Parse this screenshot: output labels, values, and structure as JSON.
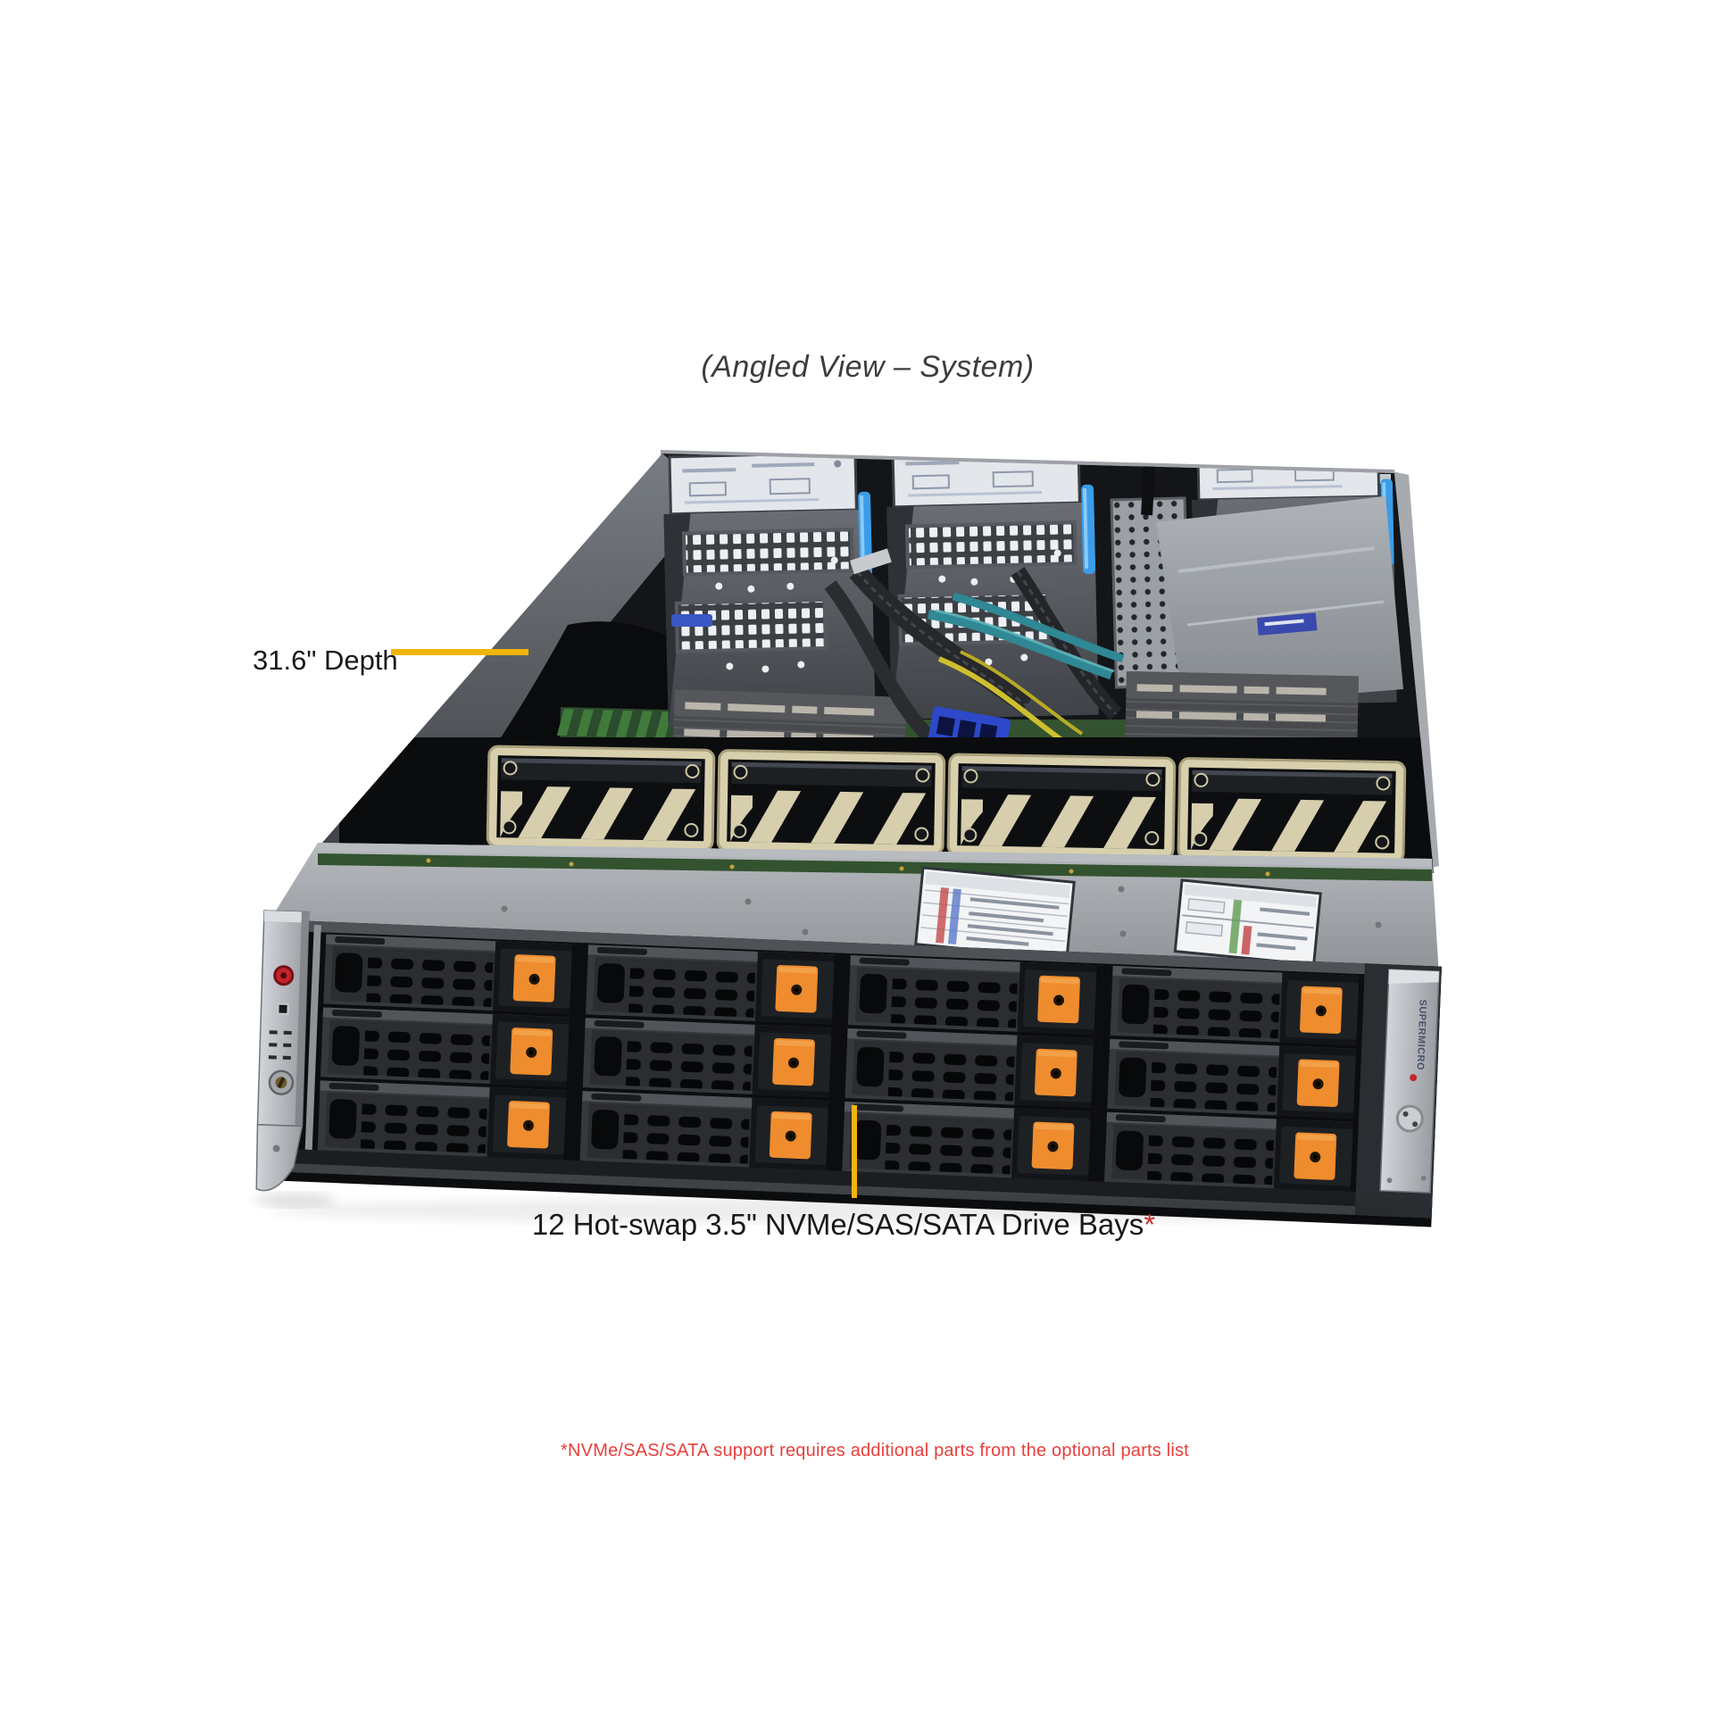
{
  "page": {
    "background_color": "#ffffff"
  },
  "header": {
    "title": "(Angled View – System)"
  },
  "callouts": {
    "depth": {
      "label": "31.6\" Depth",
      "line_color": "#F2B50E"
    },
    "drive_bays": {
      "label": "12 Hot-swap 3.5\" NVMe/SAS/SATA Drive Bays",
      "asterisk": "*",
      "asterisk_color": "#C9302C",
      "line_color": "#F2B50E"
    }
  },
  "footnote": {
    "text": "*NVMe/SAS/SATA support requires additional parts from the optional parts list",
    "color": "#E8403C"
  },
  "server": {
    "branding": "SUPERMICRO",
    "drive_bays": {
      "rows": 3,
      "columns": 4,
      "total": 12
    },
    "fans_visible": 4,
    "riser_cages_visible": 3,
    "colors": {
      "latch_orange": "#EE8C2E",
      "fan_frame_cream": "#D8D0AD",
      "chassis_gray": "#9EA3A8",
      "power_button_red": "#C2242B",
      "cable_teal": "#2F8894",
      "cable_yellow": "#CDBF2E",
      "connector_blue": "#2D49C9",
      "riser_clip_blue": "#3B9CE8",
      "pcb_green": "#33522F"
    }
  }
}
